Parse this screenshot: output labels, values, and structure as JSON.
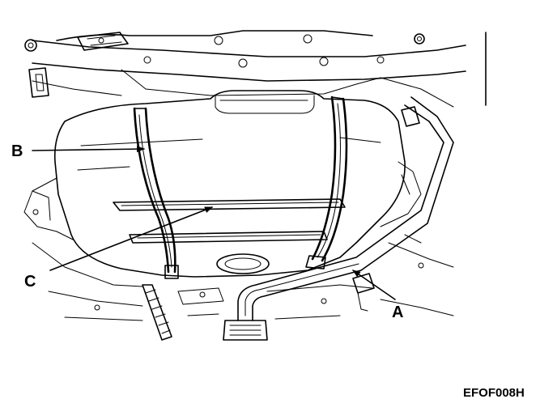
{
  "labels": {
    "a": "A",
    "b": "B",
    "c": "C"
  },
  "figure_code": "EFOF008H"
}
